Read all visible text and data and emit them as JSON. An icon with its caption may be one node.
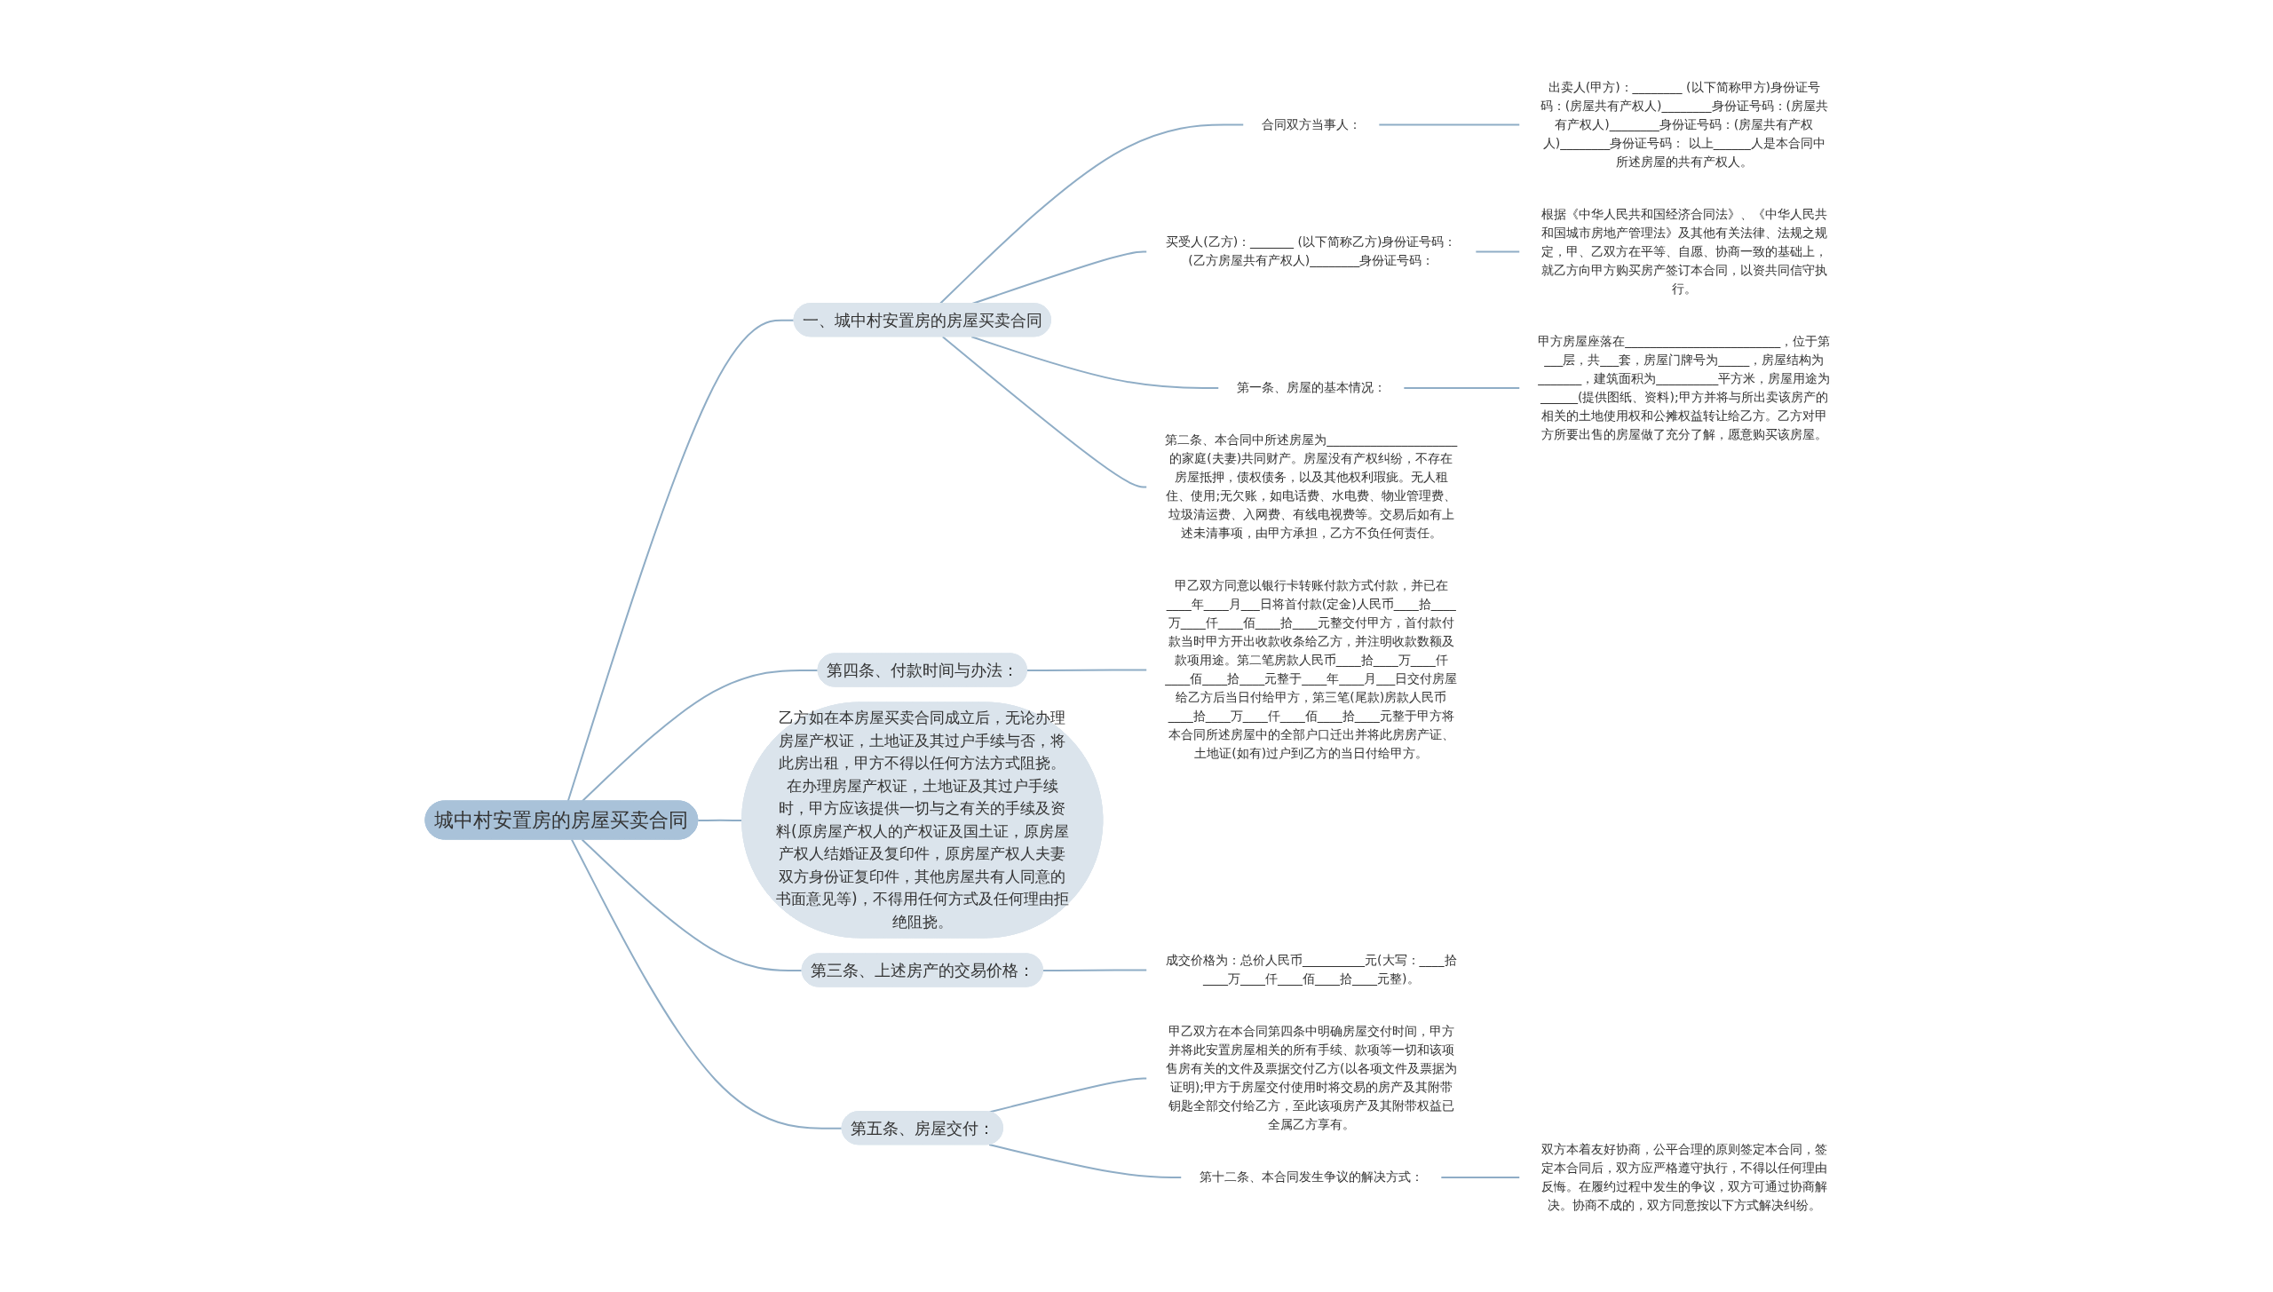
{
  "diagram": {
    "nodes": [
      {
        "text": [
          "城中村安置房的房屋买卖合同"
        ]
      },
      {
        "text": [
          "一、城中村安置房的房屋买卖合同"
        ]
      },
      {
        "text": [
          "合同双方当事人："
        ]
      },
      {
        "text": [
          "出卖人(甲方)：________ (以下简称甲方)身份证号码：(房屋共有产权人)________身份证号码：(房屋共有产权人)________身份证号码：(房屋共有产权人)________身份证号码： 以上______人是本合同中所述房屋的共有产权人。"
        ]
      },
      {
        "text": [
          "买受人(乙方)：_______ (以下简称乙方)身份证号码：(乙方房屋共有产权人)________身份证号码："
        ]
      },
      {
        "text": [
          "根据《中华人民共和国经济合同法》、《中华人民共和国城市房地产管理法》及其他有关法律、法规之规定，甲、乙双方在平等、自愿、协商一致的基础上，就乙方向甲方购买房产签订本合同，以资共同信守执行。"
        ]
      },
      {
        "text": [
          "第一条、房屋的基本情况："
        ]
      },
      {
        "text": [
          "甲方房屋座落在_________________________，位于第___层，共___套，房屋门牌号为_____，房屋结构为_______，建筑面积为__________平方米，房屋用途为______(提供图纸、资料);甲方并将与所出卖该房产的相关的土地使用权和公摊权益转让给乙方。乙方对甲方所要出售的房屋做了充分了解，愿意购买该房屋。"
        ]
      },
      {
        "text": [
          "第二条、本合同中所述房屋为_____________________的家庭(夫妻)共同财产。房屋没有产权纠纷，不存在房屋抵押，债权债务，以及其他权利瑕疵。无人租住、使用;无欠账，如电话费、水电费、物业管理费、垃圾清运费、入网费、有线电视费等。交易后如有上述未清事项，由甲方承担，乙方不负任何责任。"
        ]
      },
      {
        "text": [
          "第四条、付款时间与办法："
        ]
      },
      {
        "text": [
          "甲乙双方同意以银行卡转账付款方式付款，并已在____年____月___日将首付款(定金)人民币____拾____万____仟____佰____拾____元整交付甲方，首付款付款当时甲方开出收款收条给乙方，并注明收款数额及款项用途。第二笔房款人民币____拾____万____仟____佰____拾____元整于____年____月___日交付房屋给乙方后当日付给甲方，第三笔(尾款)房款人民币____拾____万____仟____佰____拾____元整于甲方将本合同所述房屋中的全部户口迁出并将此房房产证、土地证(如有)过户到乙方的当日付给甲方。"
        ]
      },
      {
        "text": [
          "乙方如在本房屋买卖合同成立后，无论办理房屋产权证，土地证及其过户手续与否，将此房出租，甲方不得以任何方法方式阻挠。在办理房屋产权证，土地证及其过户手续时，甲方应该提供一切与之有关的手续及资料(原房屋产权人的产权证及国土证，原房屋产权人结婚证及复印件，原房屋产权人夫妻双方身份证复印件，其他房屋共有人同意的书面意见等)，不得用任何方式及任何理由拒绝阻挠。"
        ]
      },
      {
        "text": [
          "第三条、上述房产的交易价格："
        ]
      },
      {
        "text": [
          "成交价格为：总价人民币__________元(大写：____拾____万____仟____佰____拾____元整)。"
        ]
      },
      {
        "text": [
          "第五条、房屋交付："
        ]
      },
      {
        "text": [
          "甲乙双方在本合同第四条中明确房屋交付时间，甲方并将此安置房屋相关的所有手续、款项等一切和该项售房有关的文件及票据交付乙方(以各项文件及票据为证明);甲方于房屋交付使用时将交易的房产及其附带钥匙全部交付给乙方，至此该项房产及其附带权益已全属乙方享有。"
        ]
      },
      {
        "text": [
          "第十二条、本合同发生争议的解决方式："
        ]
      },
      {
        "text": [
          "双方本着友好协商，公平合理的原则签定本合同，签定本合同后，双方应严格遵守执行，不得以任何理由反悔。在履约过程中发生的争议，双方可通过协商解决。协商不成的，双方同意按以下方式解决纠纷。"
        ]
      }
    ],
    "edges": [
      {
        "from": 0,
        "to": 1,
        "arrow": "none"
      },
      {
        "from": 1,
        "to": 2,
        "arrow": "none"
      },
      {
        "from": 2,
        "to": 3,
        "arrow": "none"
      },
      {
        "from": 1,
        "to": 4,
        "arrow": "none"
      },
      {
        "from": 4,
        "to": 5,
        "arrow": "none"
      },
      {
        "from": 1,
        "to": 6,
        "arrow": "none"
      },
      {
        "from": 6,
        "to": 7,
        "arrow": "none"
      },
      {
        "from": 1,
        "to": 8,
        "arrow": "none"
      },
      {
        "from": 0,
        "to": 9,
        "arrow": "none"
      },
      {
        "from": 9,
        "to": 10,
        "arrow": "none"
      },
      {
        "from": 0,
        "to": 11,
        "arrow": "none"
      },
      {
        "from": 0,
        "to": 12,
        "arrow": "none"
      },
      {
        "from": 12,
        "to": 13,
        "arrow": "none"
      },
      {
        "from": 0,
        "to": 14,
        "arrow": "none"
      },
      {
        "from": 14,
        "to": 15,
        "arrow": "none"
      },
      {
        "from": 14,
        "to": 16,
        "arrow": "none"
      },
      {
        "from": 16,
        "to": 17,
        "arrow": "none"
      }
    ]
  }
}
